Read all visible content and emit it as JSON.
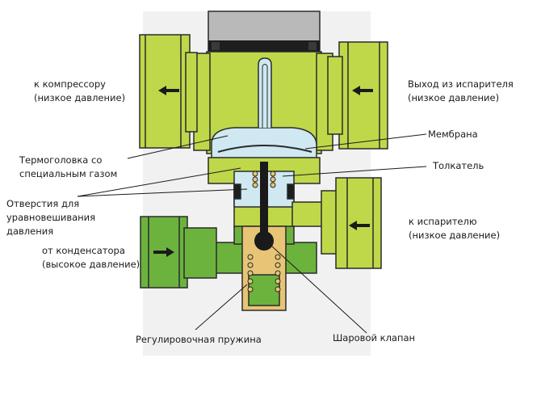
{
  "labels": {
    "to_compressor": [
      "к компрессору",
      "(низкое давление)"
    ],
    "evaporator_outlet": [
      "Выход из испарителя",
      "(низкое давление)"
    ],
    "membrane": "Мембрана",
    "thermo_head": [
      "Термоголовка со",
      "специальным газом"
    ],
    "pusher": "Толкатель",
    "equalizing_holes": [
      "Отверстия для",
      "уравновешивания",
      "давления"
    ],
    "to_evaporator": [
      "к испарителю",
      "(низкое давление)"
    ],
    "from_condenser": [
      "от конденсатора",
      "(высокое давление)"
    ],
    "adjusting_spring": "Регулировочная пружина",
    "ball_valve": "Шаровой клапан"
  },
  "colors": {
    "background_panel": "#f1f1f1",
    "low_pressure_green": "#bfd84a",
    "high_pressure_green": "#6cb33e",
    "thermo_gas_blue": "#cfe8f2",
    "brass": "#e7c476",
    "outline": "#2a2a2a"
  }
}
